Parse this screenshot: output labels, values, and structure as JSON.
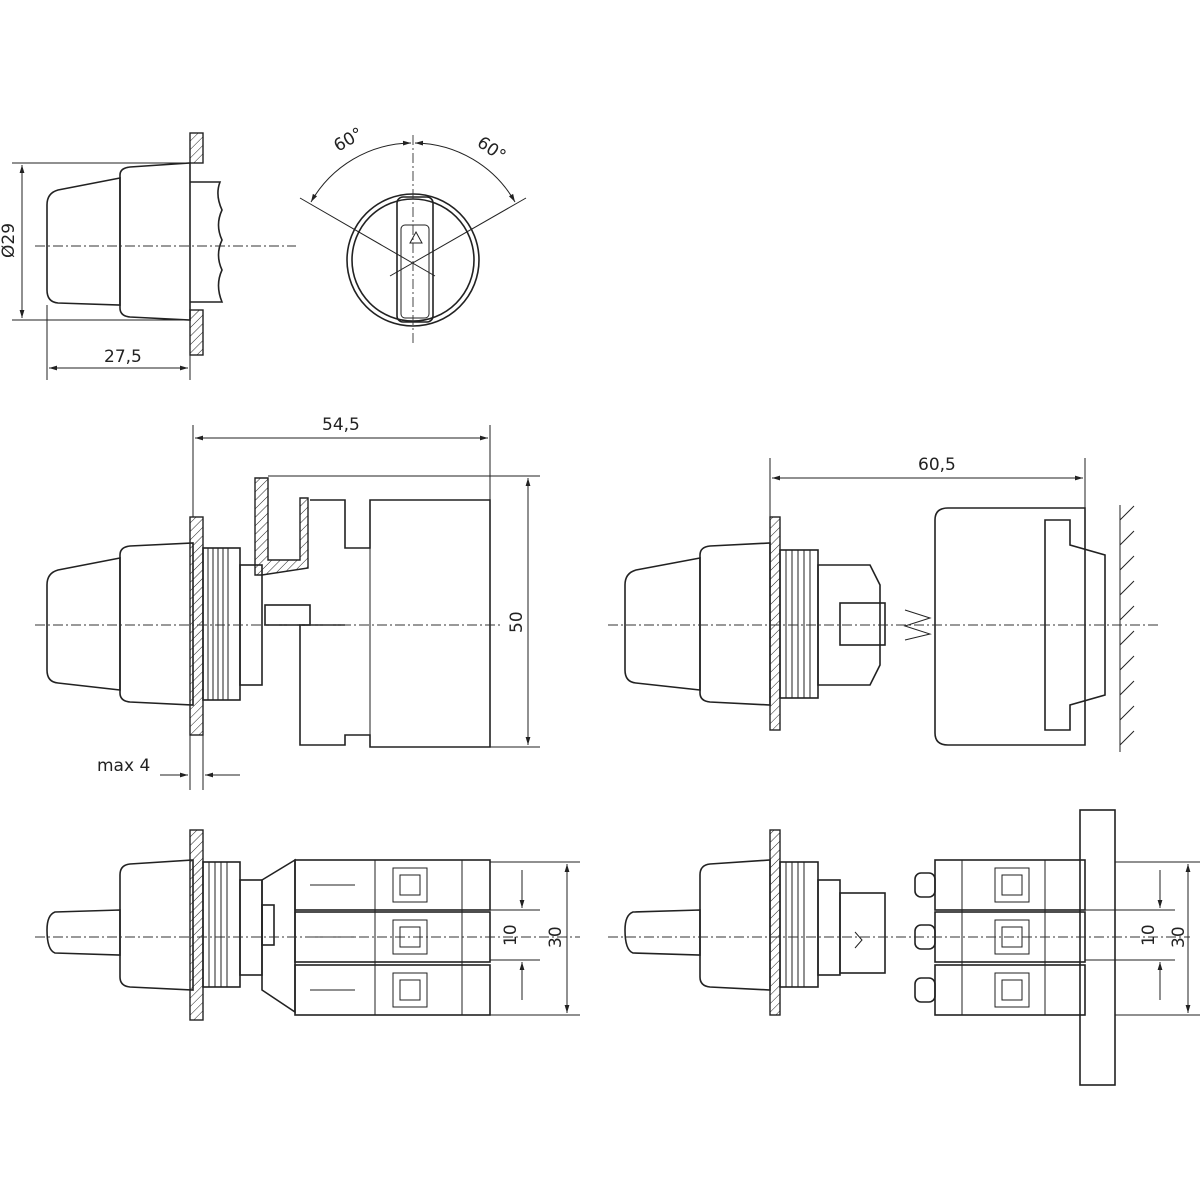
{
  "top_side_view": {
    "diameter_label": "Ø29",
    "depth_label": "27,5"
  },
  "front_view": {
    "angle_left": "60°",
    "angle_right": "60°"
  },
  "mid_left_view": {
    "length_label": "54,5",
    "height_label": "50",
    "panel_label": "max 4"
  },
  "mid_right_view": {
    "length_label": "60,5"
  },
  "bottom_left_view": {
    "pitch_label": "10",
    "width_label": "30"
  },
  "bottom_right_view": {
    "pitch_label": "10",
    "width_label": "30"
  }
}
